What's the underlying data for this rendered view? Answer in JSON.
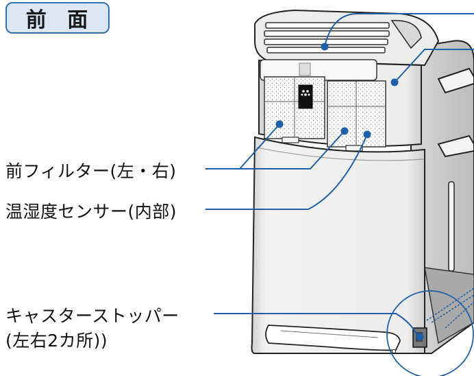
{
  "title_badge": "前 面",
  "labels": {
    "front_filter": "前フィルター(左・右)",
    "temp_humidity_sensor": "温湿度センサー(内部)",
    "caster_stopper_line1": "キャスターストッパー",
    "caster_stopper_line2": "(左右2カ所))"
  },
  "colors": {
    "leader": "#1f5fa8",
    "badge_border": "#2f6fb4",
    "badge_fill": "#dbe7f5",
    "body_shade": "#dcdcdc"
  }
}
